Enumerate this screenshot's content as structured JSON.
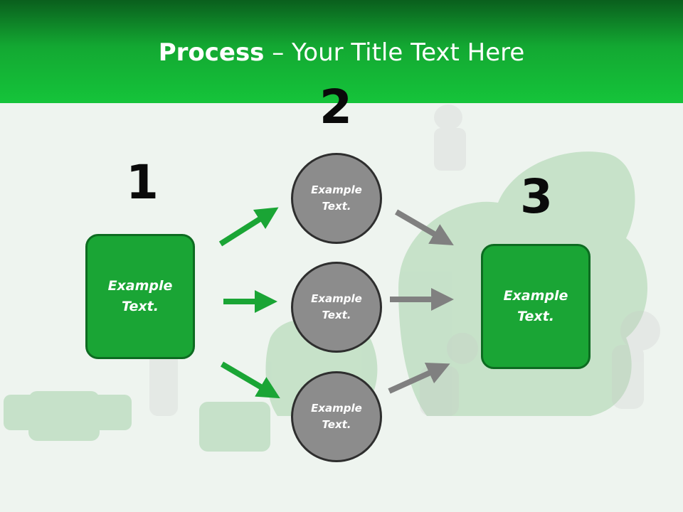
{
  "slide": {
    "title_bold": "Process",
    "title_rest": " – Your Title Text Here"
  },
  "steps": {
    "one": "1",
    "two": "2",
    "three": "3"
  },
  "nodes": {
    "left_box": "Example\nText.",
    "circle_top": "Example\nText.",
    "circle_middle": "Example\nText.",
    "circle_bottom": "Example\nText.",
    "right_box": "Example\nText."
  },
  "colors": {
    "header_green": "#15c43a",
    "box_green": "#1aa535",
    "circle_gray": "#8c8c8c",
    "green_arrow": "#1aa535",
    "gray_arrow": "#808080"
  }
}
